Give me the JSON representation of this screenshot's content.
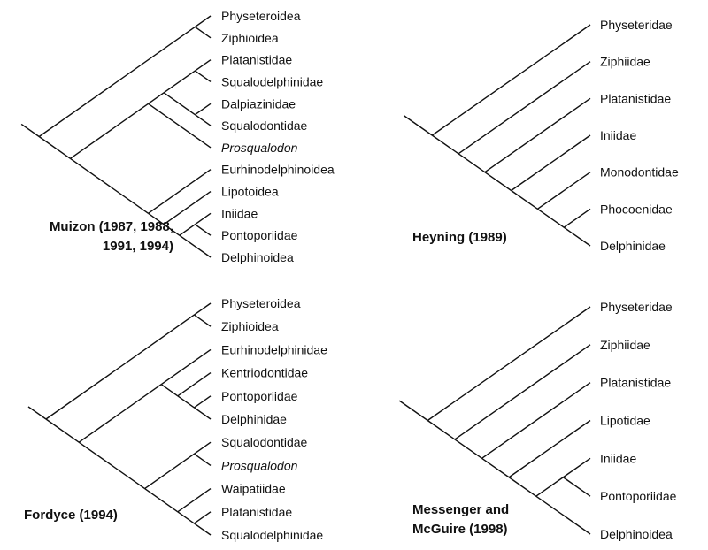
{
  "colors": {
    "ink": "#111111",
    "background": "#ffffff"
  },
  "italic_taxa": [
    "Prosqualodon"
  ],
  "panels": [
    {
      "id": "muizon",
      "author_lines": [
        "Muizon (1987, 1988,",
        "1991, 1994)"
      ],
      "tree": [
        [
          "Physeteroidea",
          "Ziphioidea"
        ],
        [
          [
            [
              [
                "Platanistidae",
                "Squalodelphinidae"
              ],
              [
                "Dalpiazinidae",
                "Squalodontidae"
              ]
            ],
            "Prosqualodon"
          ],
          [
            "Eurhinodelphinoidea",
            [
              "Lipotoidea",
              [
                [
                  "Iniidae",
                  "Pontoporiidae"
                ],
                "Delphinoidea"
              ]
            ]
          ]
        ]
      ]
    },
    {
      "id": "heyning",
      "author_lines": [
        "Heyning (1989)"
      ],
      "tree": [
        "Physeteridae",
        [
          "Ziphiidae",
          [
            "Platanistidae",
            [
              "Iniidae",
              [
                "Monodontidae",
                [
                  "Phocoenidae",
                  "Delphinidae"
                ]
              ]
            ]
          ]
        ]
      ]
    },
    {
      "id": "fordyce",
      "author_lines": [
        "Fordyce (1994)"
      ],
      "tree": [
        [
          "Physeteroidea",
          "Ziphioidea"
        ],
        [
          [
            "Eurhinodelphinidae",
            [
              "Kentriodontidae",
              [
                "Pontoporiidae",
                "Delphinidae"
              ]
            ]
          ],
          [
            [
              "Squalodontidae",
              "Prosqualodon"
            ],
            [
              "Waipatiidae",
              [
                "Platanistidae",
                "Squalodelphinidae"
              ]
            ]
          ]
        ]
      ]
    },
    {
      "id": "messenger-mcguire",
      "author_lines": [
        "Messenger and",
        "McGuire (1998)"
      ],
      "tree": [
        "Physeteridae",
        [
          "Ziphiidae",
          [
            "Platanistidae",
            [
              "Lipotidae",
              [
                [
                  "Iniidae",
                  "Pontoporiidae"
                ],
                "Delphinoidea"
              ]
            ]
          ]
        ]
      ]
    }
  ]
}
